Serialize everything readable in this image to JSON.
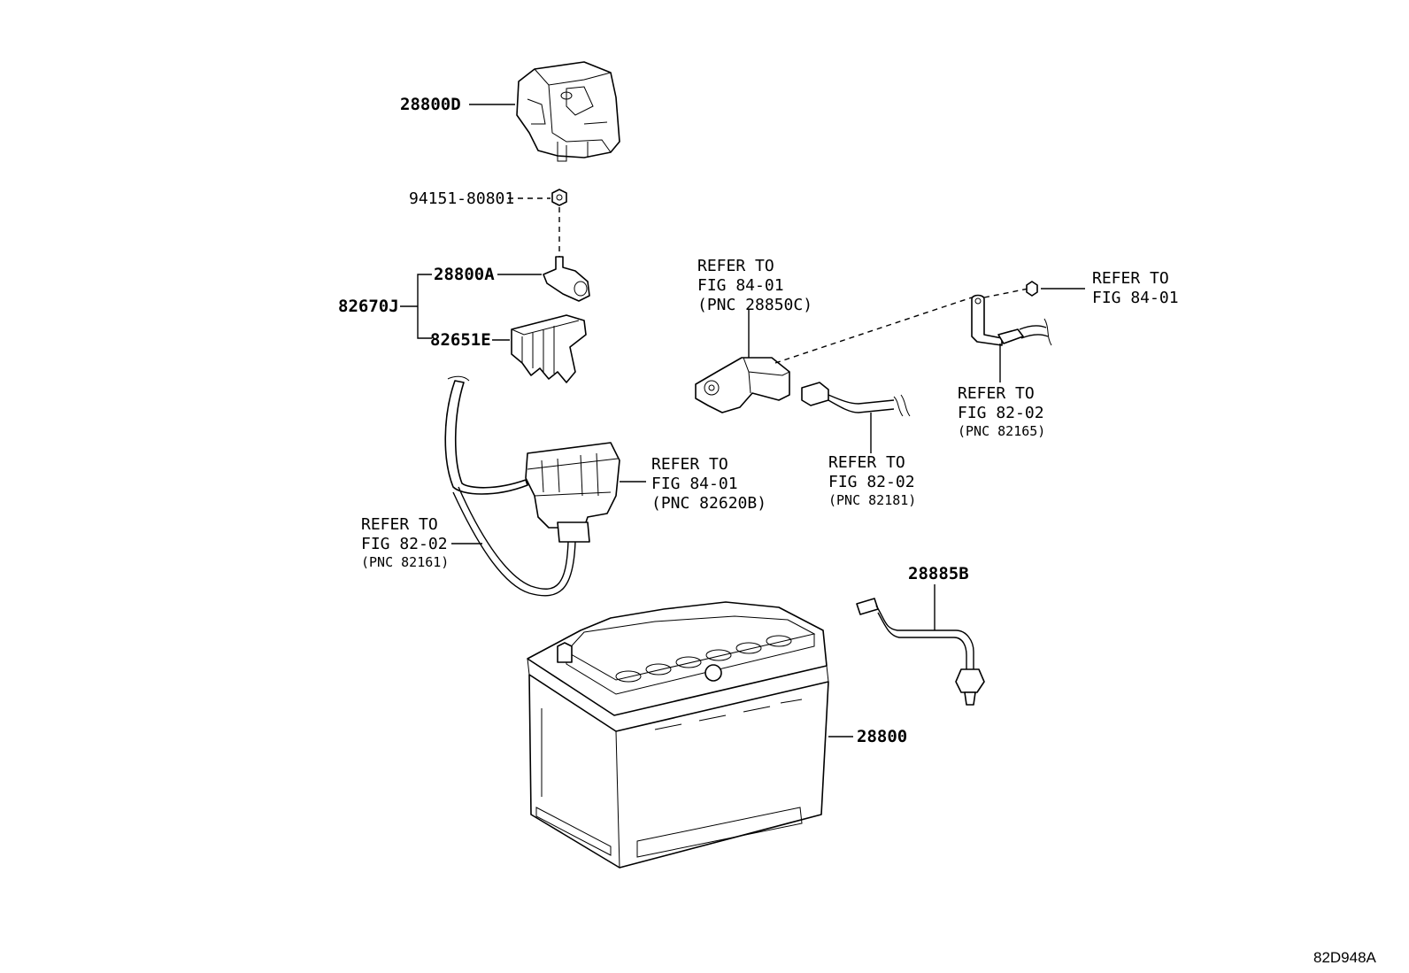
{
  "parts": {
    "p28800D": "28800D",
    "p94151": "94151-80801",
    "p28800A": "28800A",
    "p82670J": "82670J",
    "p82651E": "82651E",
    "p28885B": "28885B",
    "p28800": "28800"
  },
  "refs": {
    "r1": [
      "REFER TO",
      "FIG 84-01",
      "(PNC 28850C)"
    ],
    "r2": [
      "REFER TO",
      "FIG 84-01"
    ],
    "r3": [
      "REFER TO",
      "FIG 82-02",
      "(PNC 82165)"
    ],
    "r4": [
      "REFER TO",
      "FIG 84-01",
      "(PNC 82620B)"
    ],
    "r5": [
      "REFER TO",
      "FIG 82-02",
      "(PNC 82181)"
    ],
    "r6": [
      "REFER TO",
      "FIG 82-02",
      "(PNC 82161)"
    ]
  },
  "figure_id": "82D948A"
}
